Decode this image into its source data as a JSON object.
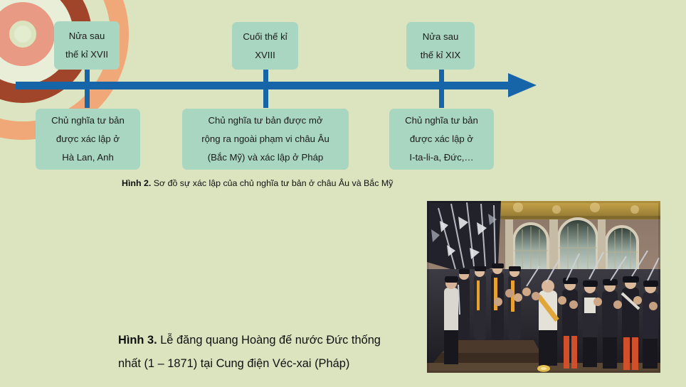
{
  "slide": {
    "background_color": "#dbe3bf",
    "accent_color": "#1565a8",
    "box_color": "#a9d6c1"
  },
  "decoration": {
    "name": "concentric-arcs",
    "colors": [
      "#e89a85",
      "#e9eed8",
      "#a0452a",
      "#dce4c2",
      "#f0a878"
    ]
  },
  "timeline": {
    "nodes": [
      {
        "period_line1": "Nửa sau",
        "period_line2": "thế kỉ XVII",
        "event_line1": "Chủ nghĩa tư bản",
        "event_line2": "được xác lập ở",
        "event_line3": "Hà Lan, Anh"
      },
      {
        "period_line1": "Cuối thế kỉ",
        "period_line2": "XVIII",
        "event_line1": "Chủ nghĩa tư bản được mở",
        "event_line2": "rộng ra ngoài phạm vi châu Âu",
        "event_line3": "(Bắc Mỹ) và xác lập ở Pháp"
      },
      {
        "period_line1": "Nửa sau",
        "period_line2": "thế kỉ XIX",
        "event_line1": "Chủ nghĩa tư bản",
        "event_line2": "được xác lập ở",
        "event_line3": "I-ta-li-a, Đức,…"
      }
    ]
  },
  "figure2": {
    "label": "Hình 2.",
    "caption": " Sơ đồ sự xác lập của chủ nghĩa tư bản ở châu Âu và Bắc Mỹ"
  },
  "figure3": {
    "label": "Hình 3.",
    "caption_line1": " Lễ đăng quang Hoàng đế nước Đức thống",
    "caption_line2": "nhất (1 – 1871) tại Cung điện Véc-xai (Pháp)",
    "image_alt": "painting-proclamation-german-empire"
  }
}
